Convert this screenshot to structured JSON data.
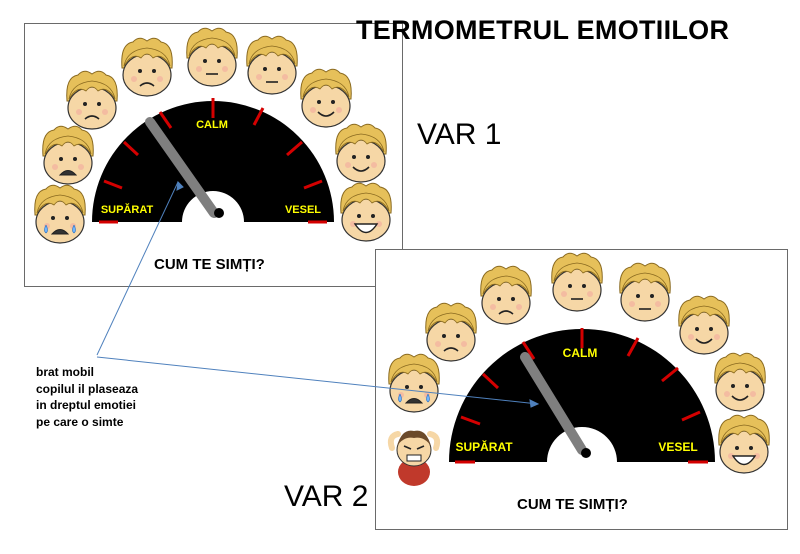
{
  "title": "TERMOMETRUL EMOTIILOR",
  "variants": [
    {
      "label": "VAR 1",
      "question": "CUM TE SIMȚI?",
      "left_label": "SUPĂRAT",
      "top_label": "CALM",
      "right_label": "VESEL"
    },
    {
      "label": "VAR 2",
      "question": "CUM TE SIMȚI?",
      "left_label": "SUPĂRAT",
      "top_label": "CALM",
      "right_label": "VESEL"
    }
  ],
  "annotation": "brat mobil\ncopilul il plaseaza\nin dreptul emotiei\npe care o simte",
  "colors": {
    "gauge": "#000000",
    "label": "#ffff00",
    "tick": "#d40000",
    "needle": "#7f7f7f",
    "arrow": "#4f81bd",
    "face": "#f6d7a6",
    "hair": "#e6c05a"
  }
}
